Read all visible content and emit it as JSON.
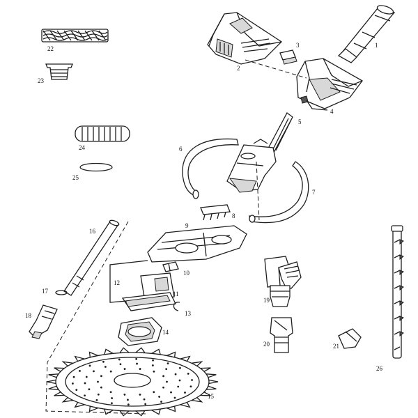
{
  "diagram": {
    "callouts": {
      "c1": "1",
      "c2": "2",
      "c3": "3",
      "c4": "4",
      "c5": "5",
      "c6": "6",
      "c7": "7",
      "c8": "8",
      "c9": "9",
      "c10": "10",
      "c11": "11",
      "c12": "12",
      "c13": "13",
      "c14": "14",
      "c15": "15",
      "c16": "16",
      "c17": "17",
      "c18": "18",
      "c19": "19",
      "c20": "20",
      "c21": "21",
      "c22": "22",
      "c23": "23",
      "c24": "24",
      "c25": "25",
      "c26": "26"
    },
    "colors": {
      "line": "#1e1e1e",
      "background": "#ffffff",
      "shade": "#d8d8d8"
    }
  }
}
